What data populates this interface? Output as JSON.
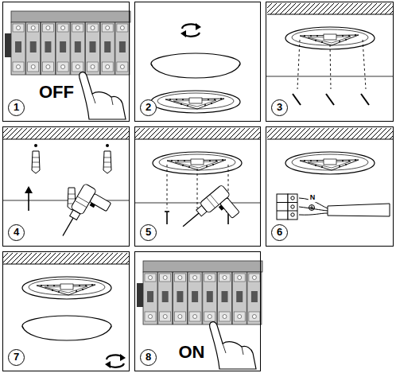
{
  "diagram": {
    "nodes": [
      {
        "text": [
          "1",
          "OFF"
        ]
      },
      {
        "text": [
          "2"
        ]
      },
      {
        "text": [
          "3"
        ]
      },
      {
        "text": [
          "4"
        ]
      },
      {
        "text": [
          "5"
        ]
      },
      {
        "text": [
          "6",
          "N"
        ]
      },
      {
        "text": [
          "7"
        ]
      },
      {
        "text": [
          "8",
          "ON"
        ]
      }
    ]
  }
}
